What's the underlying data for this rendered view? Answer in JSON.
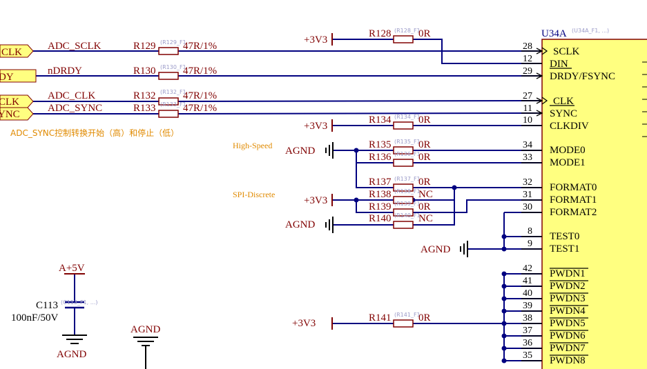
{
  "colors": {
    "wire": "#000080",
    "label": "#800000",
    "pin": "#000000",
    "note": "#e08a00",
    "faint": "#9a9ac8",
    "port_fill": "#ffff80",
    "comp_fill": "#ffff80"
  },
  "ports": [
    {
      "text": "CLK"
    },
    {
      "text": "DY"
    },
    {
      "text": "CLK"
    },
    {
      "text": "YNC"
    }
  ],
  "nets": [
    "ADC_SCLK",
    "nDRDY",
    "ADC_CLK",
    "ADC_SYNC"
  ],
  "resistors": [
    {
      "ref": "R129",
      "value": "47R/1%",
      "tag": "(R129_F1"
    },
    {
      "ref": "R130",
      "value": "47R/1%",
      "tag": "(R130_F1"
    },
    {
      "ref": "R132",
      "value": "47R/1%",
      "tag": "(R132_F1"
    },
    {
      "ref": "R133",
      "value": "47R/1%",
      "tag": "(R133_F1"
    },
    {
      "ref": "R128",
      "value": "0R",
      "tag": "(R128_F1"
    },
    {
      "ref": "R134",
      "value": "0R",
      "tag": "(R134_F1"
    },
    {
      "ref": "R135",
      "value": "0R",
      "tag": "(R135_F1"
    },
    {
      "ref": "R136",
      "value": "0R",
      "tag": "(R136_F1"
    },
    {
      "ref": "R137",
      "value": "0R",
      "tag": "(R137_F1"
    },
    {
      "ref": "R138",
      "value": "NC",
      "tag": "(R138_F1"
    },
    {
      "ref": "R139",
      "value": "0R",
      "tag": "(R139_F1"
    },
    {
      "ref": "R140",
      "value": "NC",
      "tag": "(R140_F1"
    },
    {
      "ref": "R141",
      "value": "0R",
      "tag": "(R141_F1"
    }
  ],
  "power": [
    {
      "text": "+3V3"
    },
    {
      "text": "+3V3"
    },
    {
      "text": "AGND"
    },
    {
      "text": "+3V3"
    },
    {
      "text": "AGND"
    },
    {
      "text": "AGND"
    },
    {
      "text": "+3V3"
    }
  ],
  "component": {
    "ref": "U34A",
    "tag": "(U34A_F1, ...)"
  },
  "pins": [
    {
      "num": "28",
      "name": "SCLK"
    },
    {
      "num": "12",
      "name": "DIN"
    },
    {
      "num": "29",
      "name": "DRDY/FSYNC"
    },
    {
      "num": "27",
      "name": "CLK"
    },
    {
      "num": "11",
      "name": "SYNC"
    },
    {
      "num": "10",
      "name": "CLKDIV"
    },
    {
      "num": "34",
      "name": "MODE0"
    },
    {
      "num": "33",
      "name": "MODE1"
    },
    {
      "num": "32",
      "name": "FORMAT0"
    },
    {
      "num": "31",
      "name": "FORMAT1"
    },
    {
      "num": "30",
      "name": "FORMAT2"
    },
    {
      "num": "8",
      "name": "TEST0"
    },
    {
      "num": "9",
      "name": "TEST1"
    },
    {
      "num": "42",
      "name": "PWDN1"
    },
    {
      "num": "41",
      "name": "PWDN2"
    },
    {
      "num": "40",
      "name": "PWDN3"
    },
    {
      "num": "39",
      "name": "PWDN4"
    },
    {
      "num": "38",
      "name": "PWDN5"
    },
    {
      "num": "37",
      "name": "PWDN6"
    },
    {
      "num": "36",
      "name": "PWDN7"
    },
    {
      "num": "35",
      "name": "PWDN8"
    }
  ],
  "notes": {
    "sync": "ADC_SYNC控制转换开始（高）和停止（低）",
    "high_speed": "High-Speed",
    "spi": "SPI-Discrete"
  },
  "capacitor": {
    "ref": "C113",
    "value": "100nF/50V",
    "tag": "(C113_F1, ...)",
    "top": "A+5V",
    "gnd": "AGND"
  },
  "agnd_extra": "AGND"
}
